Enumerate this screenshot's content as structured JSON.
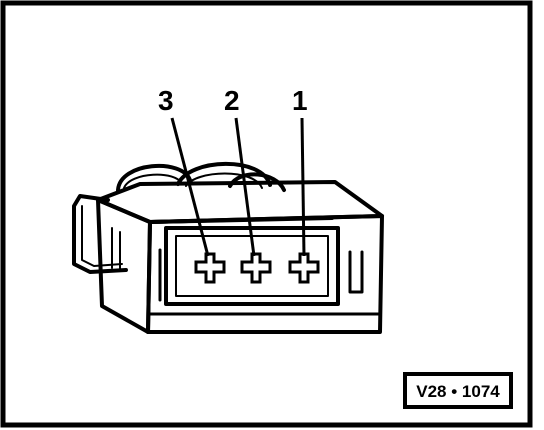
{
  "diagram": {
    "pin_labels": [
      "3",
      "2",
      "1"
    ],
    "reference_code": "V28 • 1074",
    "colors": {
      "ink": "#000000",
      "paper": "#ffffff"
    }
  }
}
